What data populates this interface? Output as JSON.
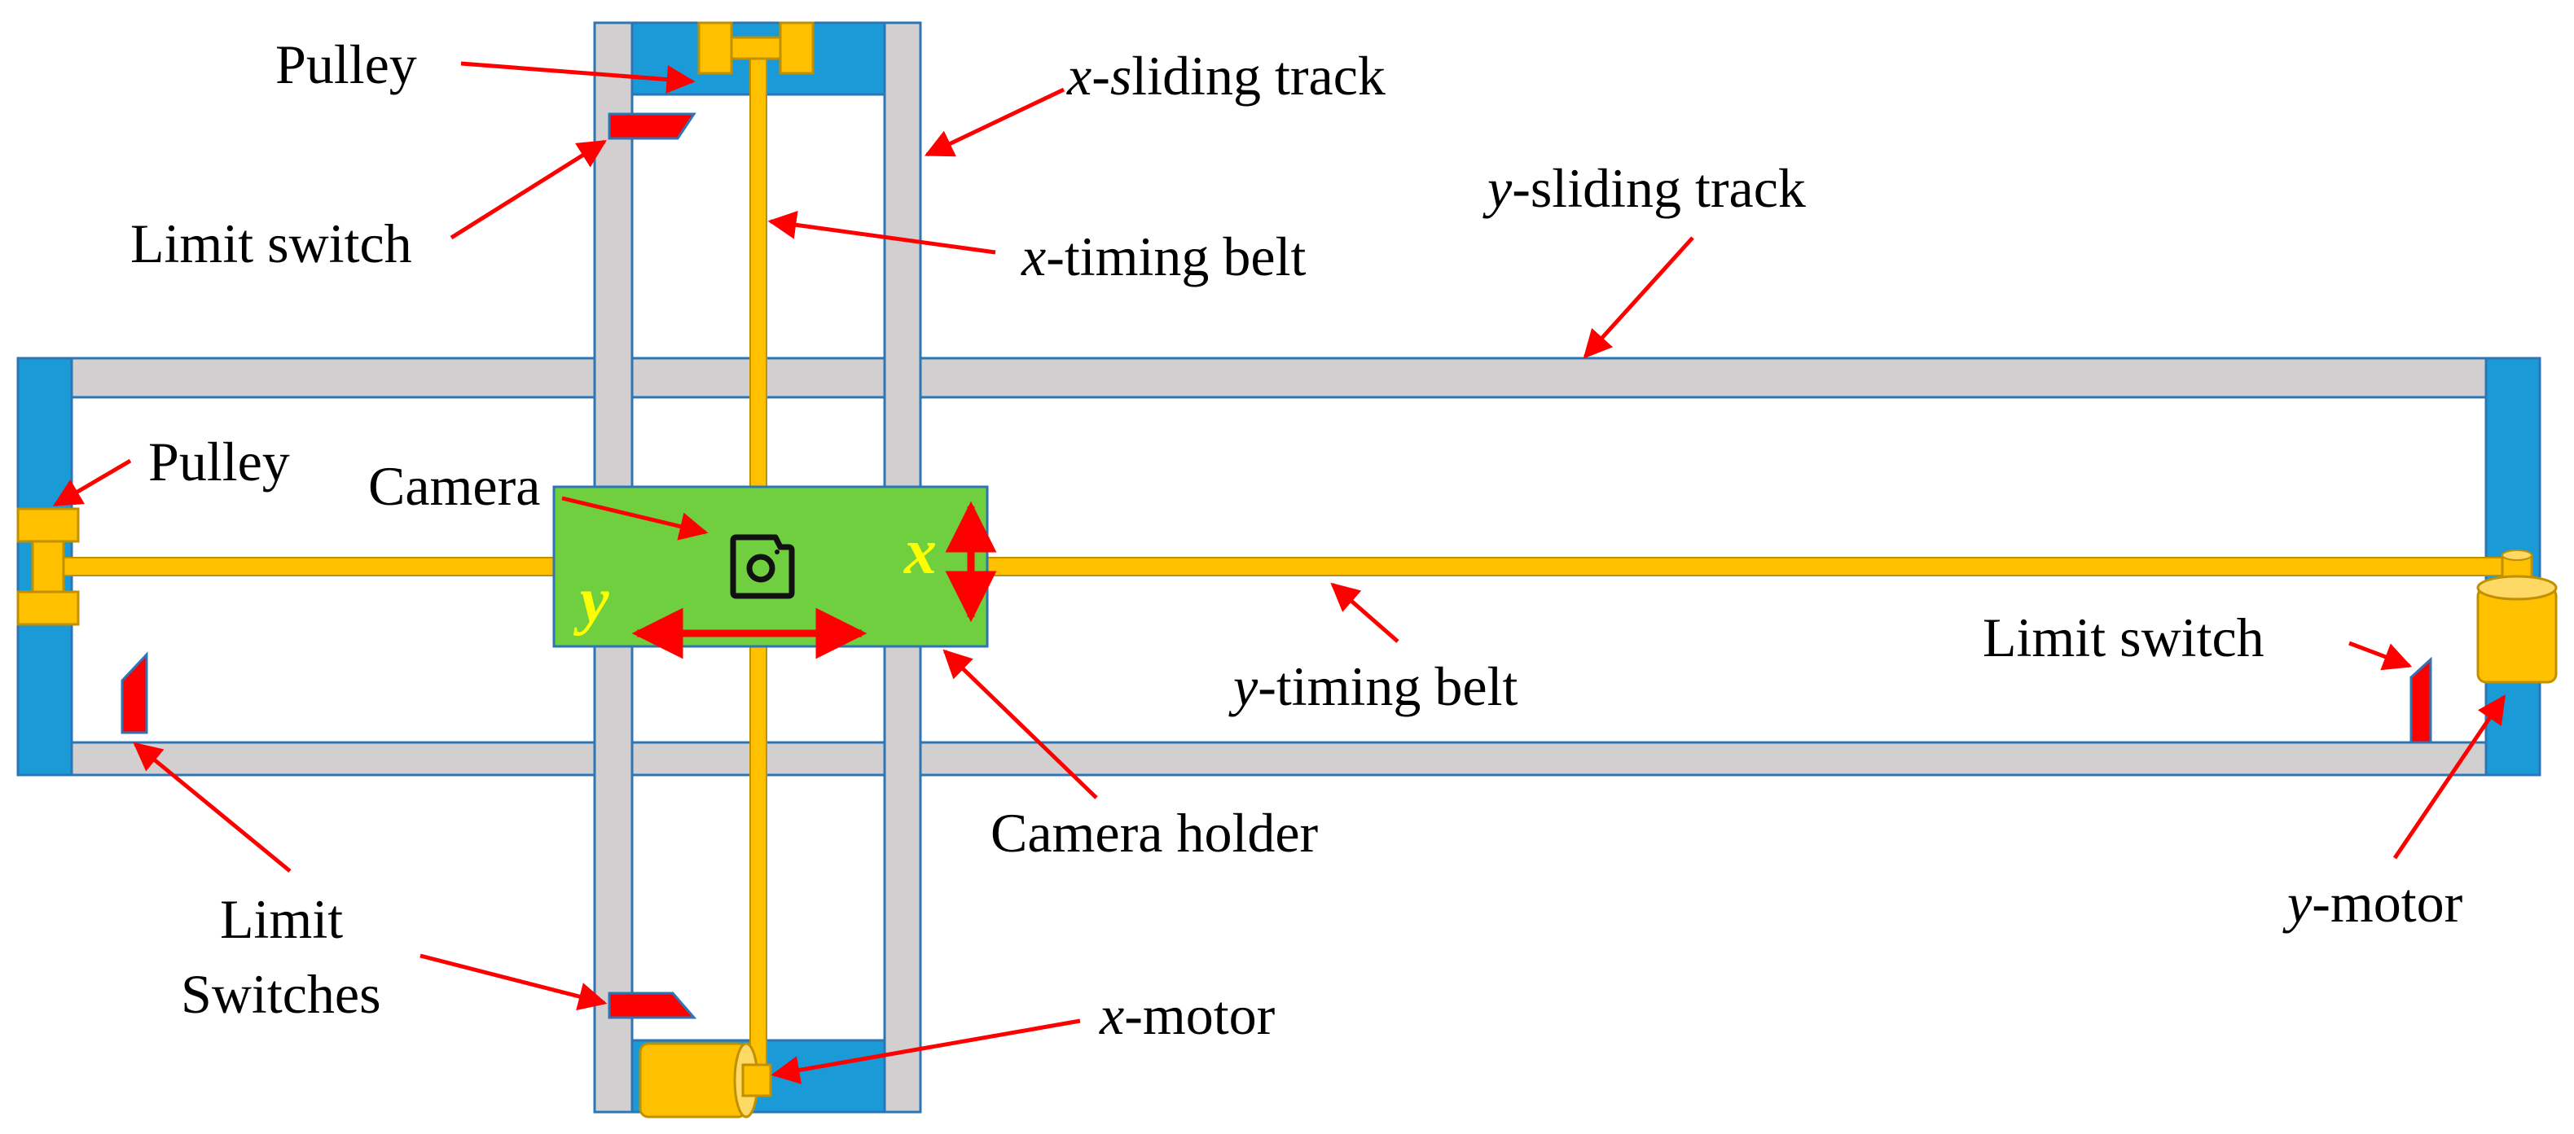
{
  "colors": {
    "frame_blue": "#1a9ad6",
    "track_gray": "#d2cfd0",
    "belt_yellow": "#ffc000",
    "holder_green": "#6fcf3e",
    "switch_red": "#ff0000",
    "arrow_red": "#ff0000",
    "axis_label_yellow": "#ffff00"
  },
  "labels": {
    "pulley_top": "Pulley",
    "x_sliding_track_var": "x",
    "x_sliding_track_var2": "-s",
    "x_sliding_track_rest": "liding track",
    "limit_switch_top": "Limit switch",
    "x_timing_belt_var": "x",
    "x_timing_belt_rest": "-timing belt",
    "y_sliding_track_var": "y",
    "y_sliding_track_rest": "-sliding track",
    "pulley_left": "Pulley",
    "camera": "Camera",
    "y_timing_belt_var": "y",
    "y_timing_belt_rest": "-timing belt",
    "limit_switch_right": "Limit switch",
    "camera_holder": "Camera holder",
    "y_motor_var": "y",
    "y_motor_rest": "-motor",
    "limit_switches_line1": "Limit",
    "limit_switches_line2": "Switches",
    "x_motor_var": "x",
    "x_motor_rest": "-motor"
  },
  "axis_labels": {
    "x": "x",
    "y": "y"
  },
  "icons": {
    "camera": "camera-icon"
  }
}
